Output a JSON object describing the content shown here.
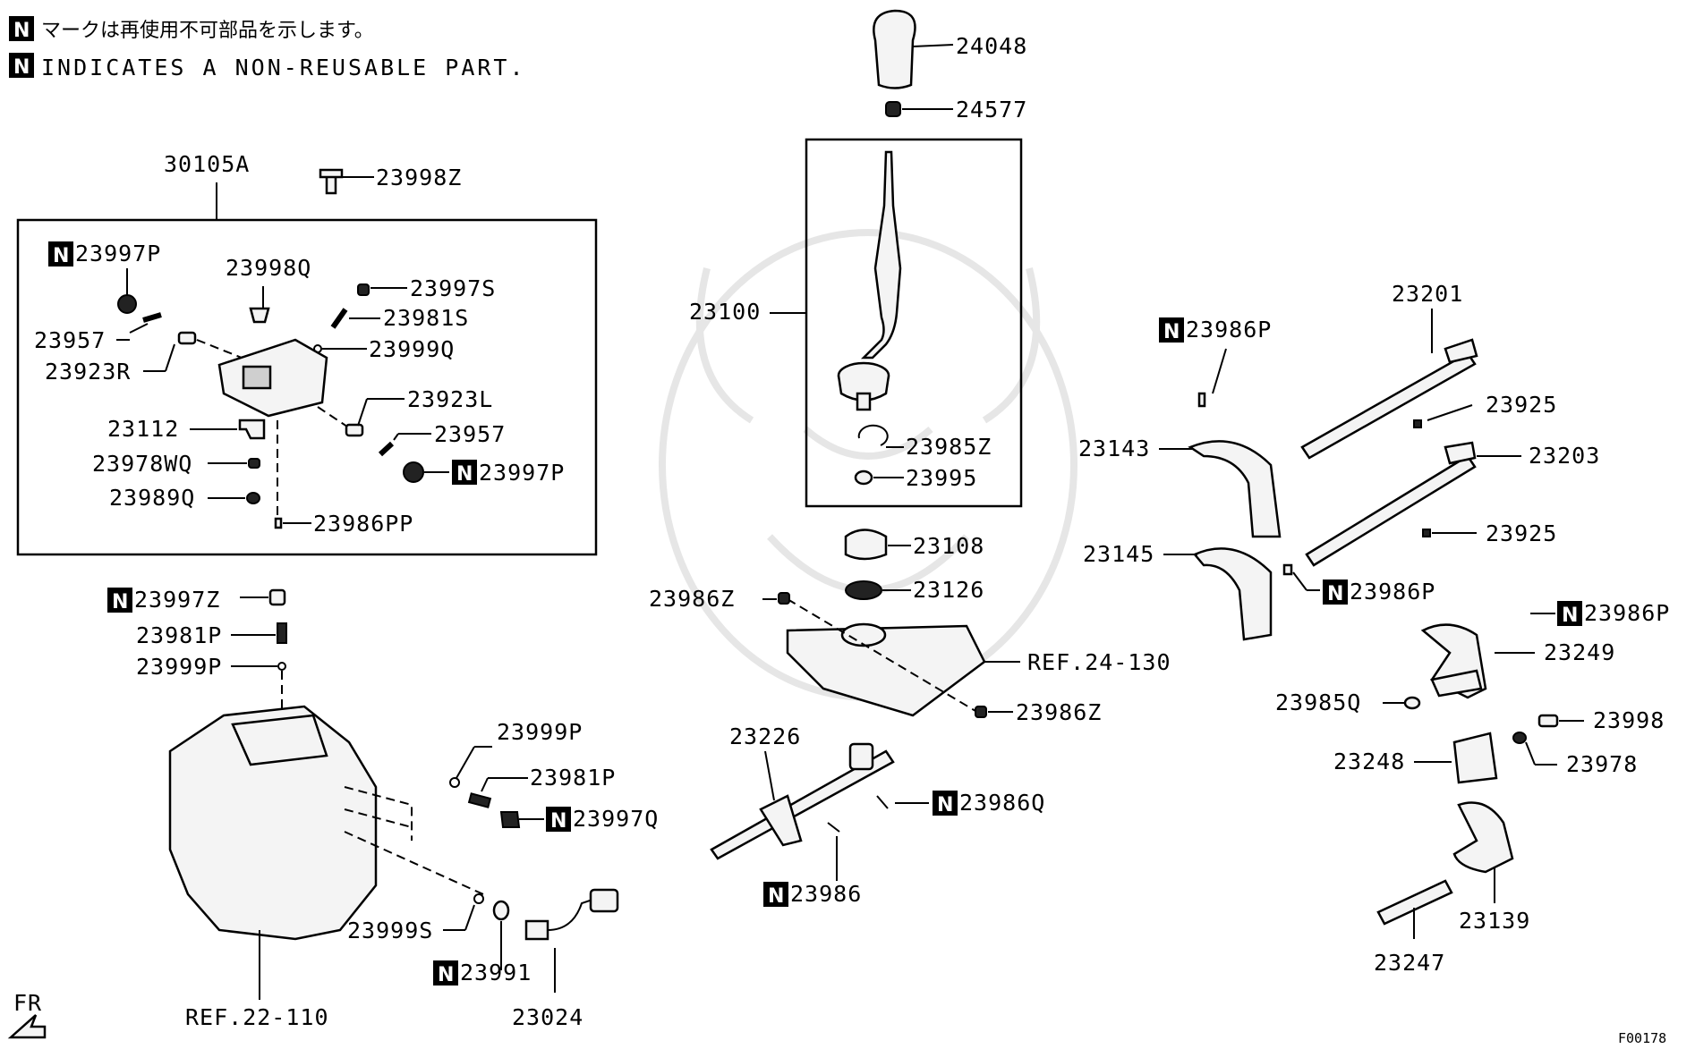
{
  "notes": {
    "jp": "マークは再使用不可部品を示します。",
    "en": "INDICATES A NON-REUSABLE PART.",
    "nonreusable_mark": "N"
  },
  "labels": {
    "l24048": "24048",
    "l24577": "24577",
    "l23100": "23100",
    "l23985Z": "23985Z",
    "l23995": "23995",
    "l23108": "23108",
    "l23126": "23126",
    "l23986Z_a": "23986Z",
    "l23986Z_b": "23986Z",
    "lREF24": "REF.24-130",
    "l23226": "23226",
    "l23986Q": "23986Q",
    "l23986": "23986",
    "l30105A": "30105A",
    "l23998Z": "23998Z",
    "l23997P_a": "23997P",
    "l23998Q": "23998Q",
    "l23997S": "23997S",
    "l23981S": "23981S",
    "l23957_a": "23957",
    "l23999Q": "23999Q",
    "l23923R": "23923R",
    "l23923L": "23923L",
    "l23112": "23112",
    "l23957_b": "23957",
    "l23978WQ": "23978WQ",
    "l23997P_b": "23997P",
    "l23989Q": "23989Q",
    "l23986PP": "23986PP",
    "l23997Z": "23997Z",
    "l23981P_a": "23981P",
    "l23999P_a": "23999P",
    "l23999P_b": "23999P",
    "l23981P_b": "23981P",
    "l23997Q": "23997Q",
    "l23999S": "23999S",
    "l23991": "23991",
    "l23024": "23024",
    "lREF22": "REF.22-110",
    "lFR": "FR",
    "l23986P_a": "23986P",
    "l23201": "23201",
    "l23925_a": "23925",
    "l23143": "23143",
    "l23203": "23203",
    "l23145": "23145",
    "l23925_b": "23925",
    "l23986P_b": "23986P",
    "l23986P_c": "23986P",
    "l23249": "23249",
    "l23985Q": "23985Q",
    "l23998": "23998",
    "l23248": "23248",
    "l23978": "23978",
    "l23139": "23139",
    "l23247": "23247",
    "fig_code": "F00178"
  }
}
